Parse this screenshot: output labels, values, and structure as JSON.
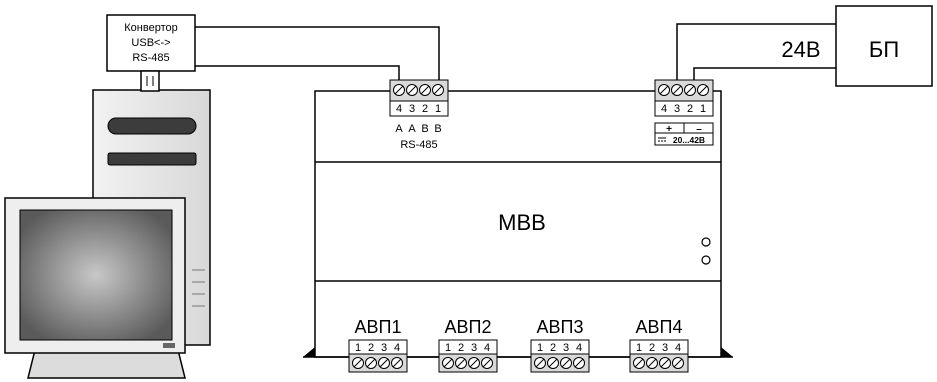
{
  "converter": {
    "line1": "Конвертор",
    "line2": "USB<->",
    "line3": "RS-485"
  },
  "power_supply": {
    "label": "БП",
    "voltage_label": "24В"
  },
  "module": {
    "label": "МВВ"
  },
  "rs485_terminal": {
    "pins": [
      "4",
      "3",
      "2",
      "1"
    ],
    "signals": [
      "A",
      "A",
      "B",
      "B"
    ],
    "label": "RS-485"
  },
  "power_terminal": {
    "pins": [
      "4",
      "3",
      "2",
      "1"
    ],
    "plus": "+",
    "minus": "–",
    "voltage_range": "20...42В"
  },
  "inputs": [
    {
      "label": "АВП1",
      "pins": [
        "1",
        "2",
        "3",
        "4"
      ]
    },
    {
      "label": "АВП2",
      "pins": [
        "1",
        "2",
        "3",
        "4"
      ]
    },
    {
      "label": "АВП3",
      "pins": [
        "1",
        "2",
        "3",
        "4"
      ]
    },
    {
      "label": "АВП4",
      "pins": [
        "1",
        "2",
        "3",
        "4"
      ]
    }
  ],
  "colors": {
    "line": "#000000",
    "terminal_fill": "#d9d9d9",
    "tower_fill": "#e6e6e6",
    "screen_dark": "#5a5a5a",
    "screen_light": "#c8c8c8"
  }
}
